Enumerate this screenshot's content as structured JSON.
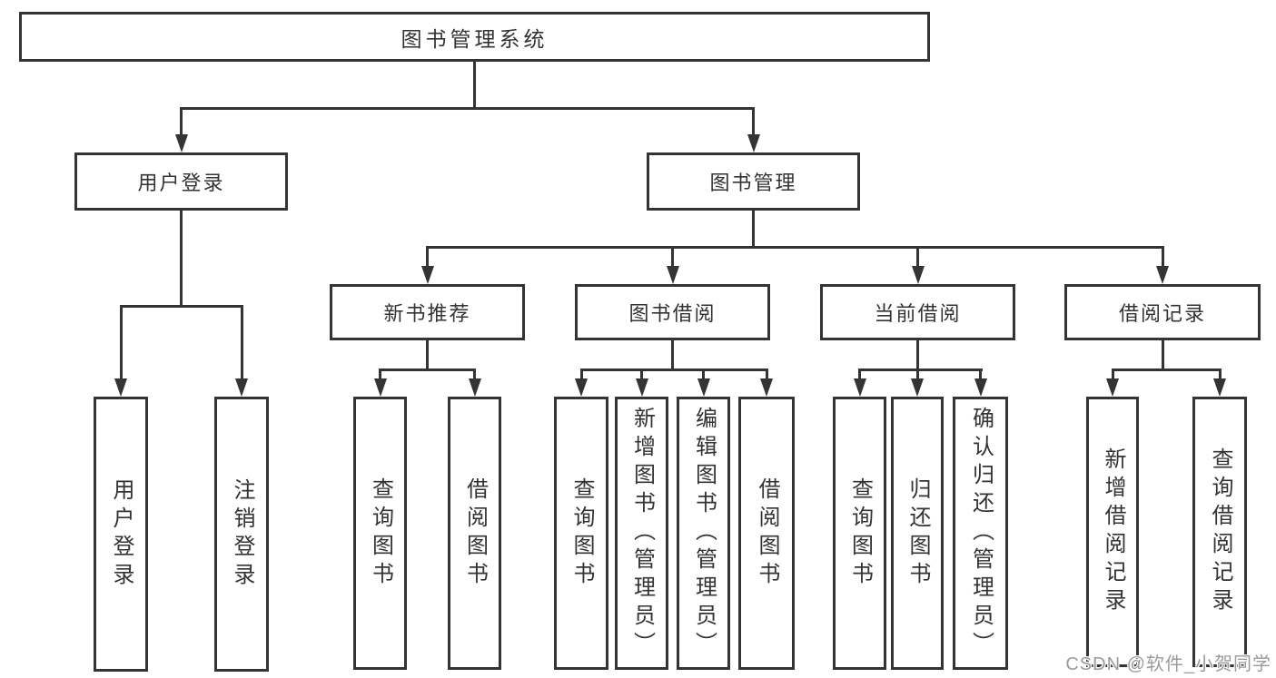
{
  "tree": {
    "label": "图书管理系统",
    "children": [
      {
        "label": "用户登录",
        "children": [
          {
            "label": "用户登录"
          },
          {
            "label": "注销登录"
          }
        ]
      },
      {
        "label": "图书管理",
        "children": [
          {
            "label": "新书推荐",
            "children": [
              {
                "label": "查询图书"
              },
              {
                "label": "借阅图书"
              }
            ]
          },
          {
            "label": "图书借阅",
            "children": [
              {
                "label": "查询图书"
              },
              {
                "label": "新增图书（管理员）"
              },
              {
                "label": "编辑图书（管理员）"
              },
              {
                "label": "借阅图书"
              }
            ]
          },
          {
            "label": "当前借阅",
            "children": [
              {
                "label": "查询图书"
              },
              {
                "label": "归还图书"
              },
              {
                "label": "确认归还（管理员）"
              }
            ]
          },
          {
            "label": "借阅记录",
            "children": [
              {
                "label": "新增借阅记录"
              },
              {
                "label": "查询借阅记录"
              }
            ]
          }
        ]
      }
    ]
  },
  "watermark": "CSDN @软件_小贺同学",
  "colors": {
    "line": "#343434",
    "box_background": "#ffffff",
    "text": "#333333",
    "watermark": "#9b9b9b"
  }
}
